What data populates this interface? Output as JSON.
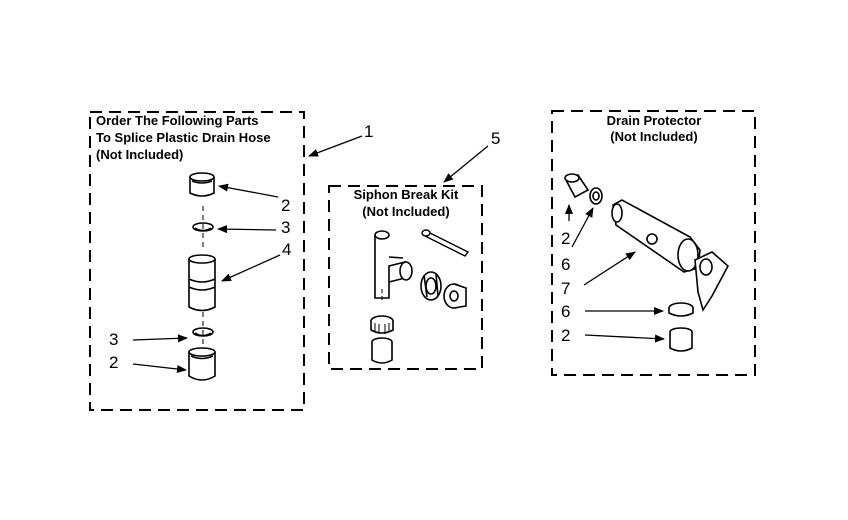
{
  "splice_kit": {
    "title_line1": "Order The Following Parts",
    "title_line2": "To Splice Plastic Drain Hose",
    "title_line3": "(Not Included)",
    "callout": "1"
  },
  "siphon_kit": {
    "title_line1": "Siphon Break Kit",
    "title_line2": "(Not Included)",
    "callout": "5"
  },
  "drain_protector": {
    "title_line1": "Drain Protector",
    "title_line2": "(Not Included)"
  },
  "part_labels": {
    "splice_coupling_top": "2",
    "splice_clamp_top": "3",
    "splice_connector": "4",
    "splice_clamp_bottom": "3",
    "splice_coupling_bottom": "2",
    "protector_coupling_top": "2",
    "protector_washer_top": "6",
    "protector_body": "7",
    "protector_washer_bottom": "6",
    "protector_coupling_bottom": "2"
  }
}
